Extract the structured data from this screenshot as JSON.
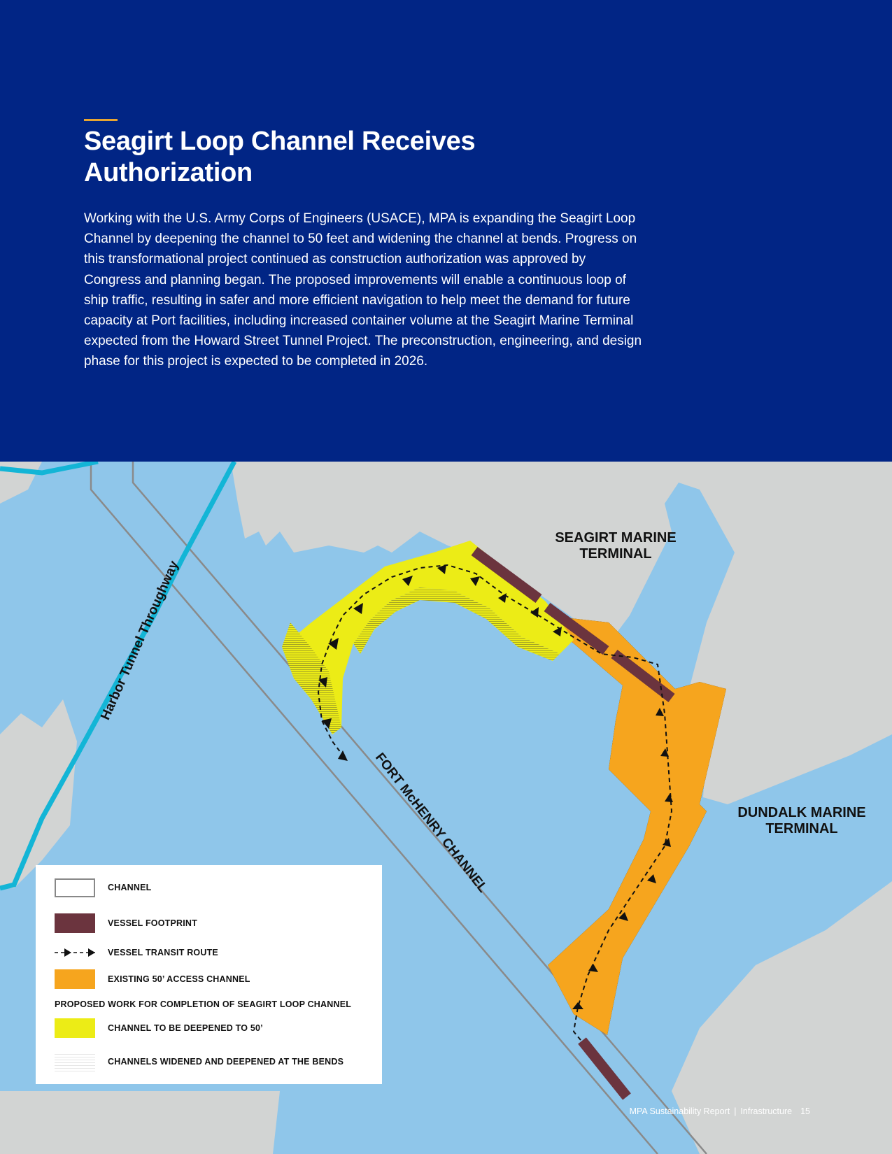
{
  "header": {
    "title": "Seagirt Loop Channel Receives Authorization",
    "body": "Working with the U.S. Army Corps of Engineers (USACE), MPA is expanding the Seagirt Loop Channel by deepening the channel to 50 feet and widening the channel at bends. Progress on this transformational project continued as construction authorization was approved by Congress  and planning began. The proposed improvements will enable a continuous loop of ship traffic, resulting in safer and more efficient navigation to help meet the demand for future capacity at Port facilities, including increased container volume at the Seagirt Marine Terminal expected from the Howard Street Tunnel Project. The preconstruction, engineering, and design phase for this project is expected to be completed in 2026."
  },
  "map": {
    "labels": {
      "seagirt_line1": "SEAGIRT MARINE",
      "seagirt_line2": "TERMINAL",
      "dundalk_line1": "DUNDALK MARINE",
      "dundalk_line2": "TERMINAL",
      "harbor_tunnel": "Harbor Tunnel Throughway",
      "fort_mchenry": "FORT McHENRY CHANNEL"
    },
    "colors": {
      "water": "#8fc6ea",
      "land": "#d2d4d3",
      "highway": "#13b5d6",
      "existing_channel": "#f6a51e",
      "deepen_channel": "#ecec16",
      "vessel_footprint": "#6b343e",
      "header_bg": "#012585",
      "accent": "#e8a531"
    }
  },
  "legend": {
    "channel": "CHANNEL",
    "vessel_footprint": "VESSEL FOOTPRINT",
    "vessel_transit_route": "VESSEL TRANSIT ROUTE",
    "existing_channel": "EXISTING 50’ ACCESS CHANNEL",
    "proposed_heading": "PROPOSED WORK FOR COMPLETION OF SEAGIRT LOOP CHANNEL",
    "channel_deepened": "CHANNEL TO BE DEEPENED TO 50’",
    "channels_widened": "CHANNELS WIDENED AND DEEPENED AT THE BENDS"
  },
  "footer": {
    "report": "MPA Sustainability Report",
    "section": "Infrastructure",
    "separator": "|",
    "page": "15"
  }
}
